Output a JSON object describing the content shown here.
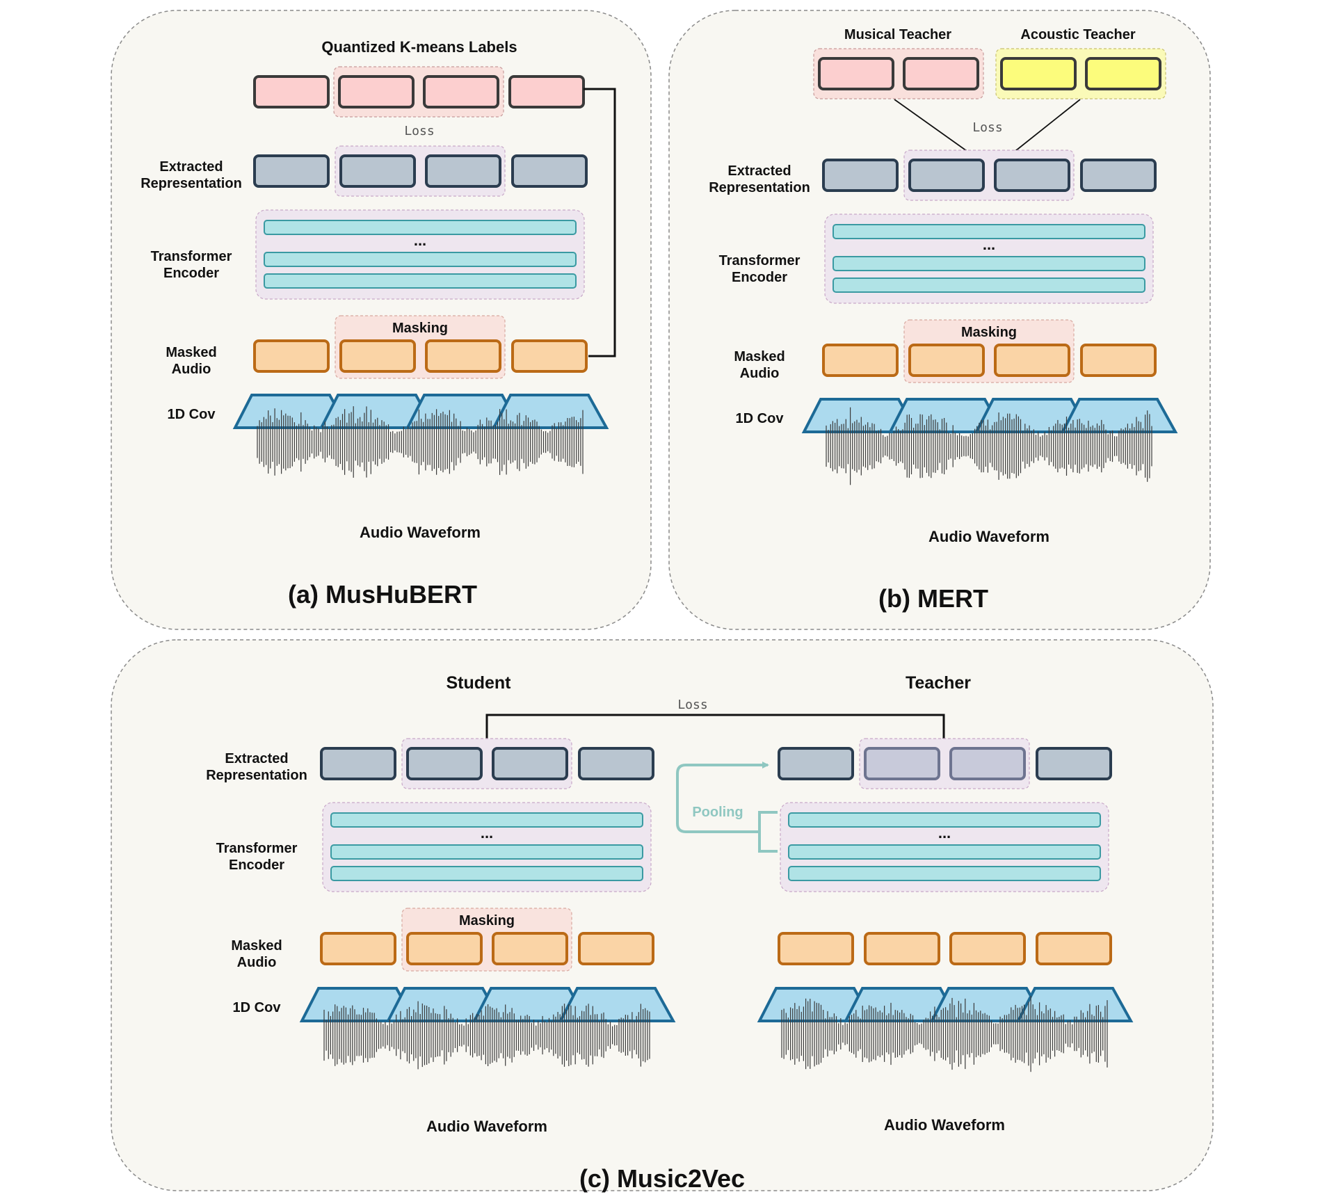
{
  "panels": {
    "mushubert": {
      "title": "(a) MusHuBERT",
      "labels_title": "Quantized K-means Labels",
      "loss": "Loss",
      "extracted": [
        "Extracted",
        "Representation"
      ],
      "transformer": [
        "Transformer",
        "Encoder"
      ],
      "dots": "...",
      "masking": "Masking",
      "masked": [
        "Masked",
        "Audio"
      ],
      "conv": "1D Cov",
      "waveform": "Audio Waveform"
    },
    "mert": {
      "title": "(b) MERT",
      "musical_teacher": "Musical Teacher",
      "acoustic_teacher": "Acoustic Teacher",
      "loss": "Loss",
      "extracted": [
        "Extracted",
        "Representation"
      ],
      "transformer": [
        "Transformer",
        "Encoder"
      ],
      "dots": "...",
      "masking": "Masking",
      "masked": [
        "Masked",
        "Audio"
      ],
      "conv": "1D Cov",
      "waveform": "Audio Waveform"
    },
    "music2vec": {
      "title": "(c) Music2Vec",
      "student": "Student",
      "teacher": "Teacher",
      "loss": "Loss",
      "pooling": "Pooling",
      "extracted": [
        "Extracted",
        "Representation"
      ],
      "transformer": [
        "Transformer",
        "Encoder"
      ],
      "dots": "...",
      "masking": "Masking",
      "masked": [
        "Masked",
        "Audio"
      ],
      "conv": "1D Cov",
      "waveform_student": "Audio Waveform",
      "waveform_teacher": "Audio Waveform"
    }
  },
  "colors": {
    "panel_bg": "#f8f7f2",
    "panel_border": "#8a8a8a",
    "label_pink": "#fccfcf",
    "teacher_yellow": "#fcfc7c",
    "rep_fill": "#b9c5d0",
    "rep_stroke": "#2b3d50",
    "rep_light_fill": "#c8cada",
    "rep_light_stroke": "#6e7490",
    "masked_fill": "#fad4a6",
    "masked_stroke": "#bb6a16",
    "conv_fill": "#acdaee",
    "conv_stroke": "#1d6a96",
    "transformer_fill": "#b0e3e6",
    "transformer_stroke": "#3a9aa2",
    "group_lavender": "#eee6ef",
    "group_pink": "#f9e3de",
    "pooling": "#8fc7c1",
    "waveform": "#3a3a3a"
  }
}
